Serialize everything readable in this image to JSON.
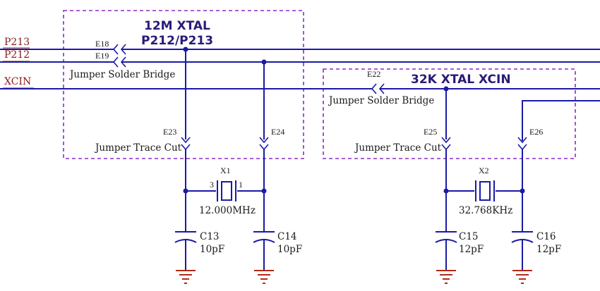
{
  "nets": {
    "p213": "P213",
    "p212": "P212",
    "xcin": "XCIN"
  },
  "group_12m": {
    "title_line1": "12M XTAL",
    "title_line2": "P212/P213"
  },
  "group_32k": {
    "title": "32K XTAL  XCIN"
  },
  "jumpers": {
    "e18": "E18",
    "e19": "E19",
    "e22": "E22",
    "e23": "E23",
    "e24": "E24",
    "e25": "E25",
    "e26": "E26",
    "solder_bridge_label": "Jumper Solder Bridge",
    "trace_cut_label": "Jumper Trace Cut"
  },
  "crystals": {
    "x1": {
      "ref": "X1",
      "freq": "12.000MHz",
      "pin_left": "3",
      "pin_right": "1"
    },
    "x2": {
      "ref": "X2",
      "freq": "32.768KHz"
    }
  },
  "capacitors": {
    "c13": {
      "ref": "C13",
      "value": "10pF"
    },
    "c14": {
      "ref": "C14",
      "value": "10pF"
    },
    "c15": {
      "ref": "C15",
      "value": "12pF"
    },
    "c16": {
      "ref": "C16",
      "value": "12pF"
    }
  },
  "colors": {
    "wire": "#1a1aa6",
    "net_label": "#8b1a1a",
    "group_box": "#8a2bc9",
    "ground": "#b02a1a"
  }
}
